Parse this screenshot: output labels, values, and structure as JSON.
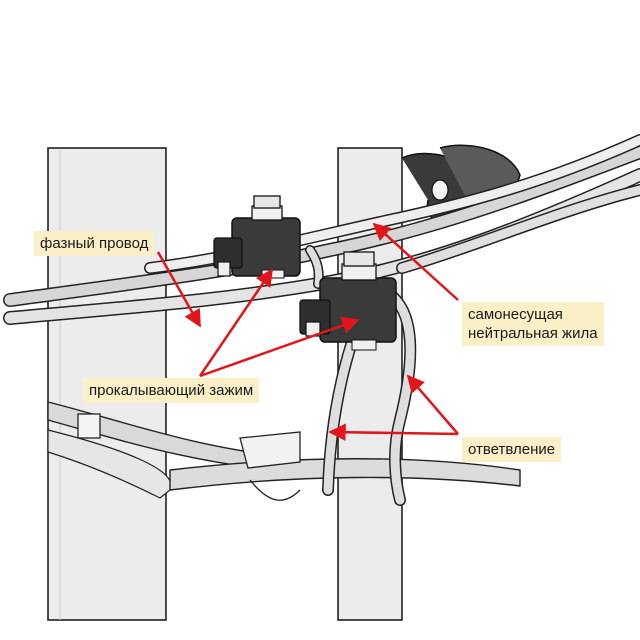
{
  "labels": {
    "phase_wire": "фазный провод",
    "piercing_clamp": "прокалывающий зажим",
    "neutral_line1": "самонесущая",
    "neutral_line2": "нейтральная жила",
    "branch": "ответвление"
  },
  "colors": {
    "arrow": "#e0161b",
    "label_background": "#fbefc8",
    "pole_fill": "#ececec",
    "outline": "#222222",
    "clamp_body": "#3a3a3a"
  }
}
